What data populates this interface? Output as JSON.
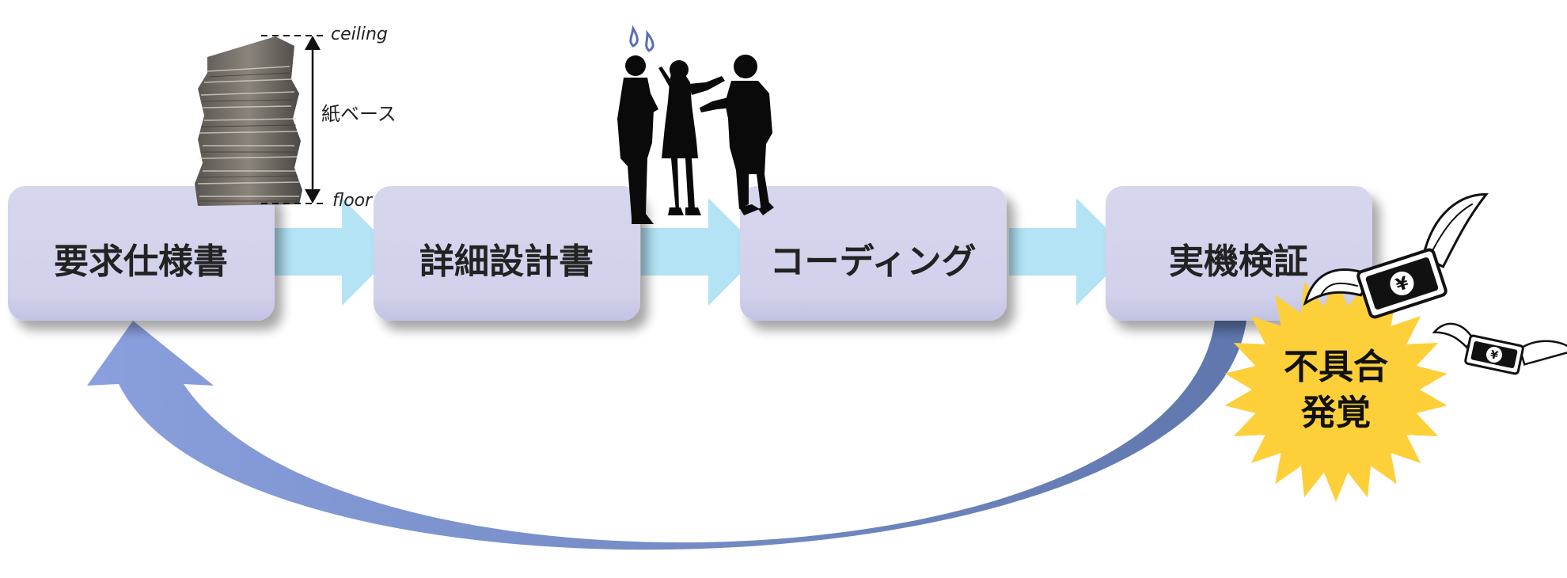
{
  "stages": [
    {
      "id": "requirements",
      "label": "要求仕様書"
    },
    {
      "id": "detailed-design",
      "label": "詳細設計書"
    },
    {
      "id": "coding",
      "label": "コーディング"
    },
    {
      "id": "verification",
      "label": "実機検証"
    }
  ],
  "measurement": {
    "top_label": "ceiling",
    "bottom_label": "floor",
    "paper_label": "紙ベース"
  },
  "burst": {
    "line1": "不具合",
    "line2": "発覚"
  },
  "money": {
    "symbol": "¥"
  },
  "colors": {
    "stage_fill": "#d3d3ec",
    "flow_arrow": "#b3e3f5",
    "feedback_arrow_start": "#8aa0de",
    "feedback_arrow_end": "#5f77ad",
    "burst_fill": "#fdd03a"
  },
  "icons": {
    "paper_stack": "paper-stack-icon",
    "people": "people-silhouette-icon",
    "flying_money": "flying-money-icon"
  }
}
